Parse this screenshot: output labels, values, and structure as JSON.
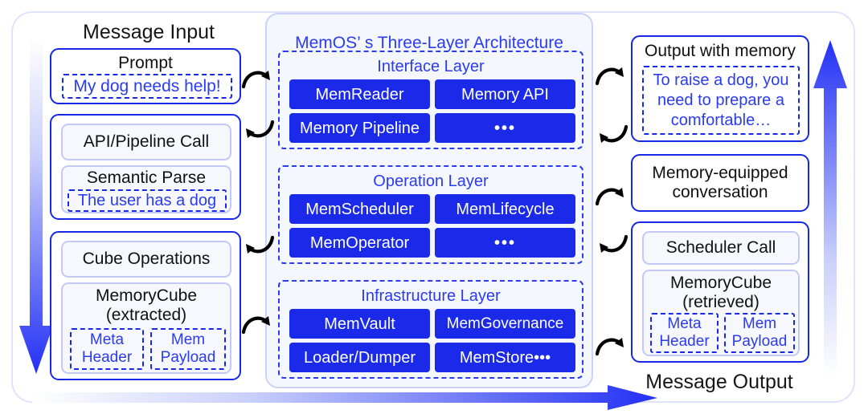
{
  "diagram": {
    "colors": {
      "strong_blue": "#1728e8",
      "chip_blue": "#1a2ae8",
      "text_blue": "#2a3bf0",
      "soft_lavender": "#c3c9f6",
      "panel_bg": "#f5f7fe",
      "shell_border": "#dfe4fb"
    }
  },
  "left": {
    "title": "Message Input",
    "prompt_card": {
      "label": "Prompt",
      "quote": "My dog needs help!"
    },
    "parse_card": {
      "item1": "API/Pipeline Call",
      "item2_label": "Semantic Parse",
      "item2_quote": "The user has a dog"
    },
    "cube_card": {
      "item1": "Cube Operations",
      "item2_label_line1": "MemoryCube",
      "item2_label_line2": "(extracted)",
      "tag1_line1": "Meta",
      "tag1_line2": "Header",
      "tag2_line1": "Mem",
      "tag2_line2": "Payload"
    }
  },
  "center": {
    "title": "MemOS’ s Three-Layer Architecture",
    "layers": [
      {
        "name": "Interface Layer",
        "chips": [
          "MemReader",
          "Memory API",
          "Memory Pipeline",
          "•••"
        ]
      },
      {
        "name": "Operation Layer",
        "chips": [
          "MemScheduler",
          "MemLifecycle",
          "MemOperator",
          "•••"
        ]
      },
      {
        "name": "Infrastructure Layer",
        "chips": [
          "MemVault",
          "MemGovernance",
          "Loader/Dumper",
          "MemStore•••"
        ]
      }
    ]
  },
  "right": {
    "title": "Message Output",
    "output_card": {
      "label": "Output with memory",
      "quote": "To raise a dog, you need to prepare a comfortable…"
    },
    "conversation_card": {
      "line1": "Memory-equipped",
      "line2": "conversation"
    },
    "scheduler_card": {
      "item1": "Scheduler Call",
      "item2_label_line1": "MemoryCube",
      "item2_label_line2": "(retrieved)",
      "tag1_line1": "Meta",
      "tag1_line2": "Header",
      "tag2_line1": "Mem",
      "tag2_line2": "Payload"
    }
  },
  "arrows": {
    "left_rail": "down-gradient-arrow",
    "right_rail": "up-gradient-arrow",
    "bottom_rail": "right-gradient-arrow",
    "connectors": "curved-black-arrows"
  }
}
